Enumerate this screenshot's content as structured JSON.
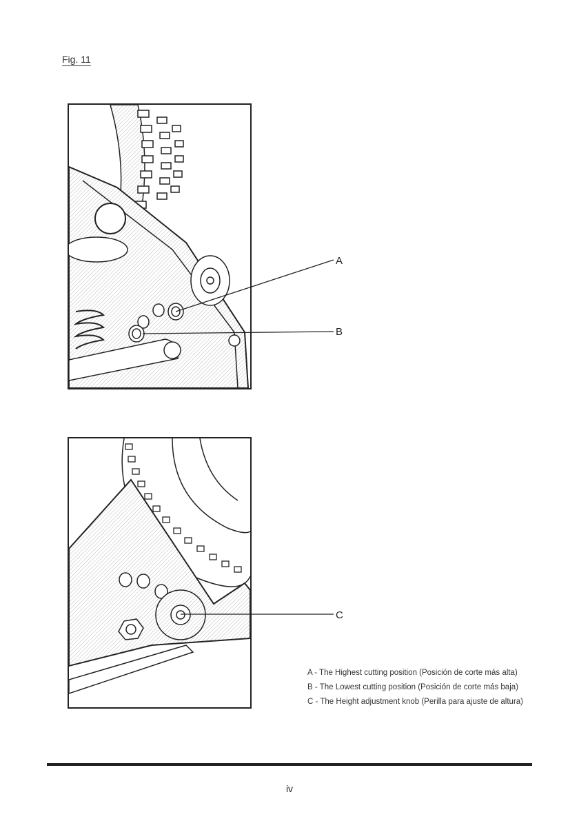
{
  "figure": {
    "label": "Fig. 11"
  },
  "callouts": {
    "a": "A",
    "b": "B",
    "c": "C"
  },
  "legend": [
    "A - The Highest cutting position (Posición de corte más alta)",
    "B - The Lowest cutting position (Posición de corte más baja)",
    "C - The Height adjustment knob (Perilla para ajuste de altura)"
  ],
  "page_number": "iv"
}
